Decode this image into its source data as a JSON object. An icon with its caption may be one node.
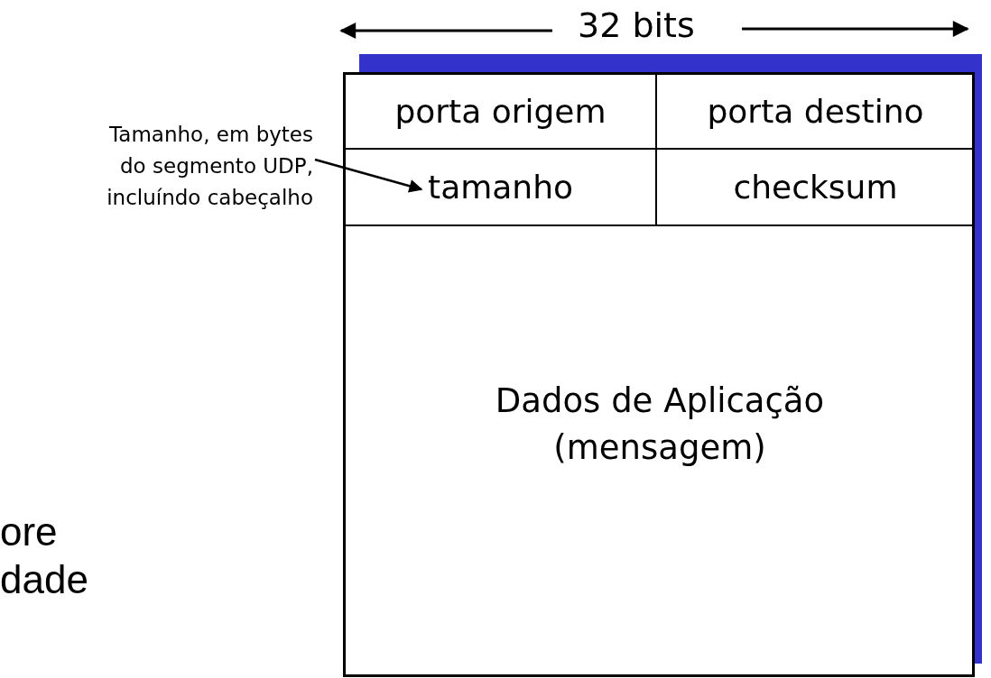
{
  "diagram": {
    "nodes": [
      {
        "text": [],
        "shape": "box"
      },
      {
        "text": [
          "porta origem"
        ],
        "in": 0
      },
      {
        "text": [
          "porta destino"
        ],
        "in": 0
      },
      {
        "text": [
          "tamanho"
        ],
        "in": 0
      },
      {
        "text": [
          "checksum"
        ],
        "in": 0
      },
      {
        "text": [
          "Dados de Aplicação (mensagem)"
        ],
        "in": 0
      },
      {
        "text": [
          "Tamanho, em bytes do segmento UDP, incluíndo cabeçalho"
        ]
      }
    ],
    "edges": [
      {
        "from": 6,
        "to": 3,
        "arrow": "to"
      }
    ],
    "labels": [
      "32 bits",
      "ore",
      "dade"
    ]
  }
}
